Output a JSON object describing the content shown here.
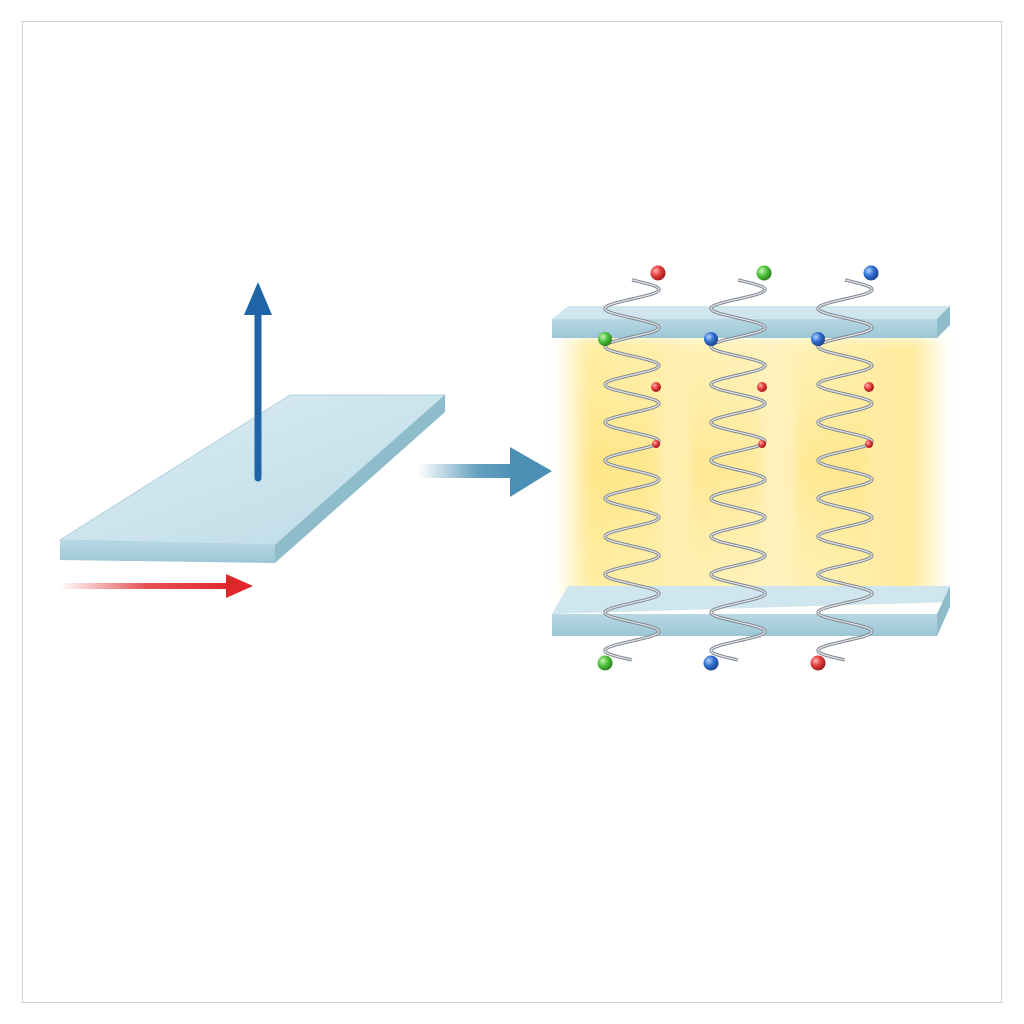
{
  "diagram": {
    "colors": {
      "background": "#ffffff",
      "frame": "#d0d0d0",
      "slab_top": "#cfe6ee",
      "slab_front": "#a9cedb",
      "slab_side": "#8fbccb",
      "normal_arrow": "#1f64a6",
      "in_plane_arrow": "#e0262b",
      "transition_arrow": "#4a8fb4",
      "glow": "#ffe066",
      "helix": "#9aa0a8",
      "bead_red": "#e23b3b",
      "bead_green": "#4cc23a",
      "bead_blue": "#2f6fd0"
    },
    "helices": [
      {
        "top_beads": [
          "red",
          "green"
        ],
        "bottom_bead": "green",
        "inner_beads": [
          "red",
          "red"
        ]
      },
      {
        "top_beads": [
          "green",
          "blue"
        ],
        "bottom_bead": "blue",
        "inner_beads": [
          "red",
          "red"
        ]
      },
      {
        "top_beads": [
          "blue",
          "blue"
        ],
        "bottom_bead": "red",
        "inner_beads": [
          "red",
          "red"
        ]
      }
    ]
  }
}
